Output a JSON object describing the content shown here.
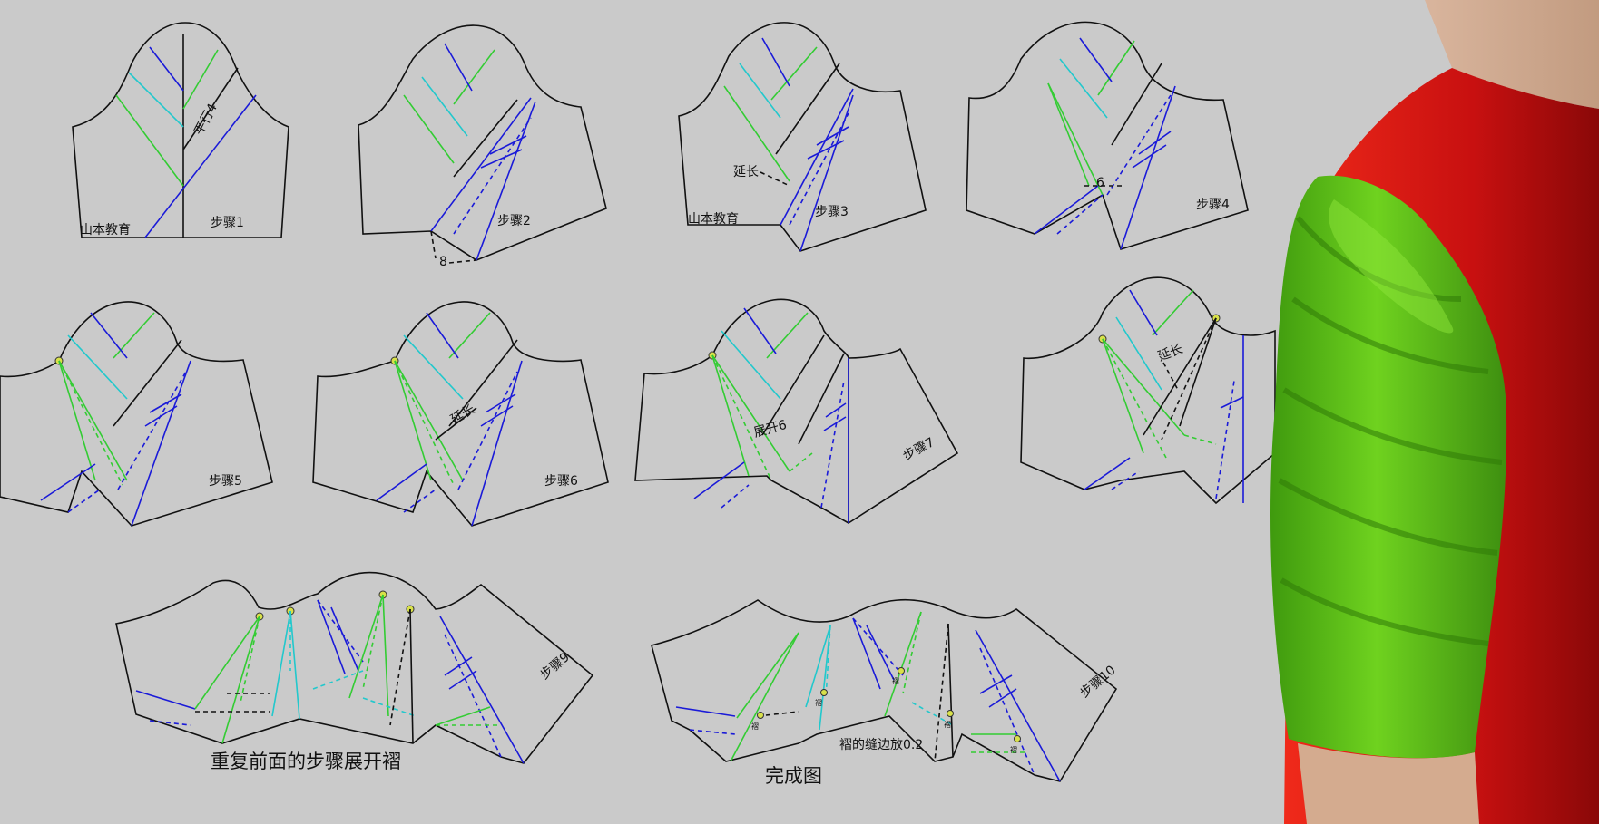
{
  "labels": {
    "brand": "山本教育",
    "step1": "步骤1",
    "step2": "步骤2",
    "step3": "步骤3",
    "step4": "步骤4",
    "step5": "步骤5",
    "step6": "步骤6",
    "step7": "步骤7",
    "step9": "步骤9",
    "step10": "步骤10",
    "parallel": "平行4",
    "extend": "延长",
    "open6": "展开6",
    "num8": "8",
    "num6": "6",
    "seam": "褶的缝边放0.2",
    "caption_repeat": "重复前面的步骤展开褶",
    "caption_done": "完成图",
    "pleat_mark": "褶"
  },
  "colors": {
    "background": "#cacaca",
    "outline": "#111111",
    "green_line": "#33cc33",
    "cyan_line": "#22c8cc",
    "blue_line": "#1a1ad8",
    "pin": "#d8e04a",
    "sleeve_green": "#5cbd1a",
    "bodice_red": "#e01818"
  }
}
